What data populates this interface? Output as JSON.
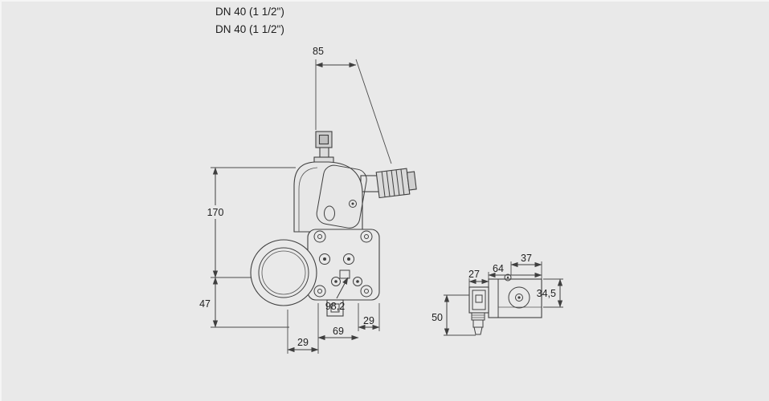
{
  "header": {
    "line1": "DN 40 (1 1/2\")",
    "line2": "DN 40 (1 1/2\")"
  },
  "dimensions": {
    "top_width": "85",
    "overall_height": "170",
    "flange_offset": "47",
    "body_diagonal": "98,2",
    "bottom_left": "29",
    "bottom_center": "69",
    "bottom_right": "29",
    "side_connector_width": "27",
    "side_body_width": "64",
    "side_top_width": "37",
    "side_height": "34,5",
    "side_total_height": "50"
  },
  "colors": {
    "background": "#e9e9e9",
    "line": "#3f3f3f",
    "text": "#1f1f1f"
  }
}
